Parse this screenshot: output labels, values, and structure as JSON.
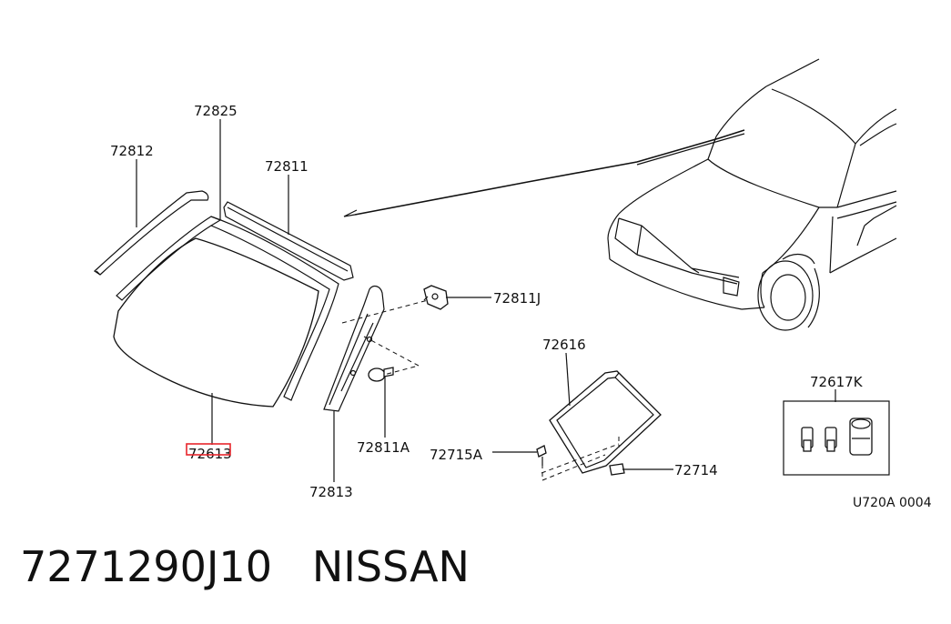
{
  "labels": {
    "p72825": "72825",
    "p72812": "72812",
    "p72811": "72811",
    "p72811j": "72811J",
    "p72616": "72616",
    "p72617k": "72617K",
    "p72613": "72613",
    "p72811a": "72811A",
    "p72715a": "72715A",
    "p72714": "72714",
    "p72813": "72813"
  },
  "reference_code": "U720A 0004",
  "title": {
    "part_number": "7271290J10",
    "brand": "NISSAN"
  },
  "highlight": {
    "target": "72613",
    "color": "#e8262c"
  }
}
